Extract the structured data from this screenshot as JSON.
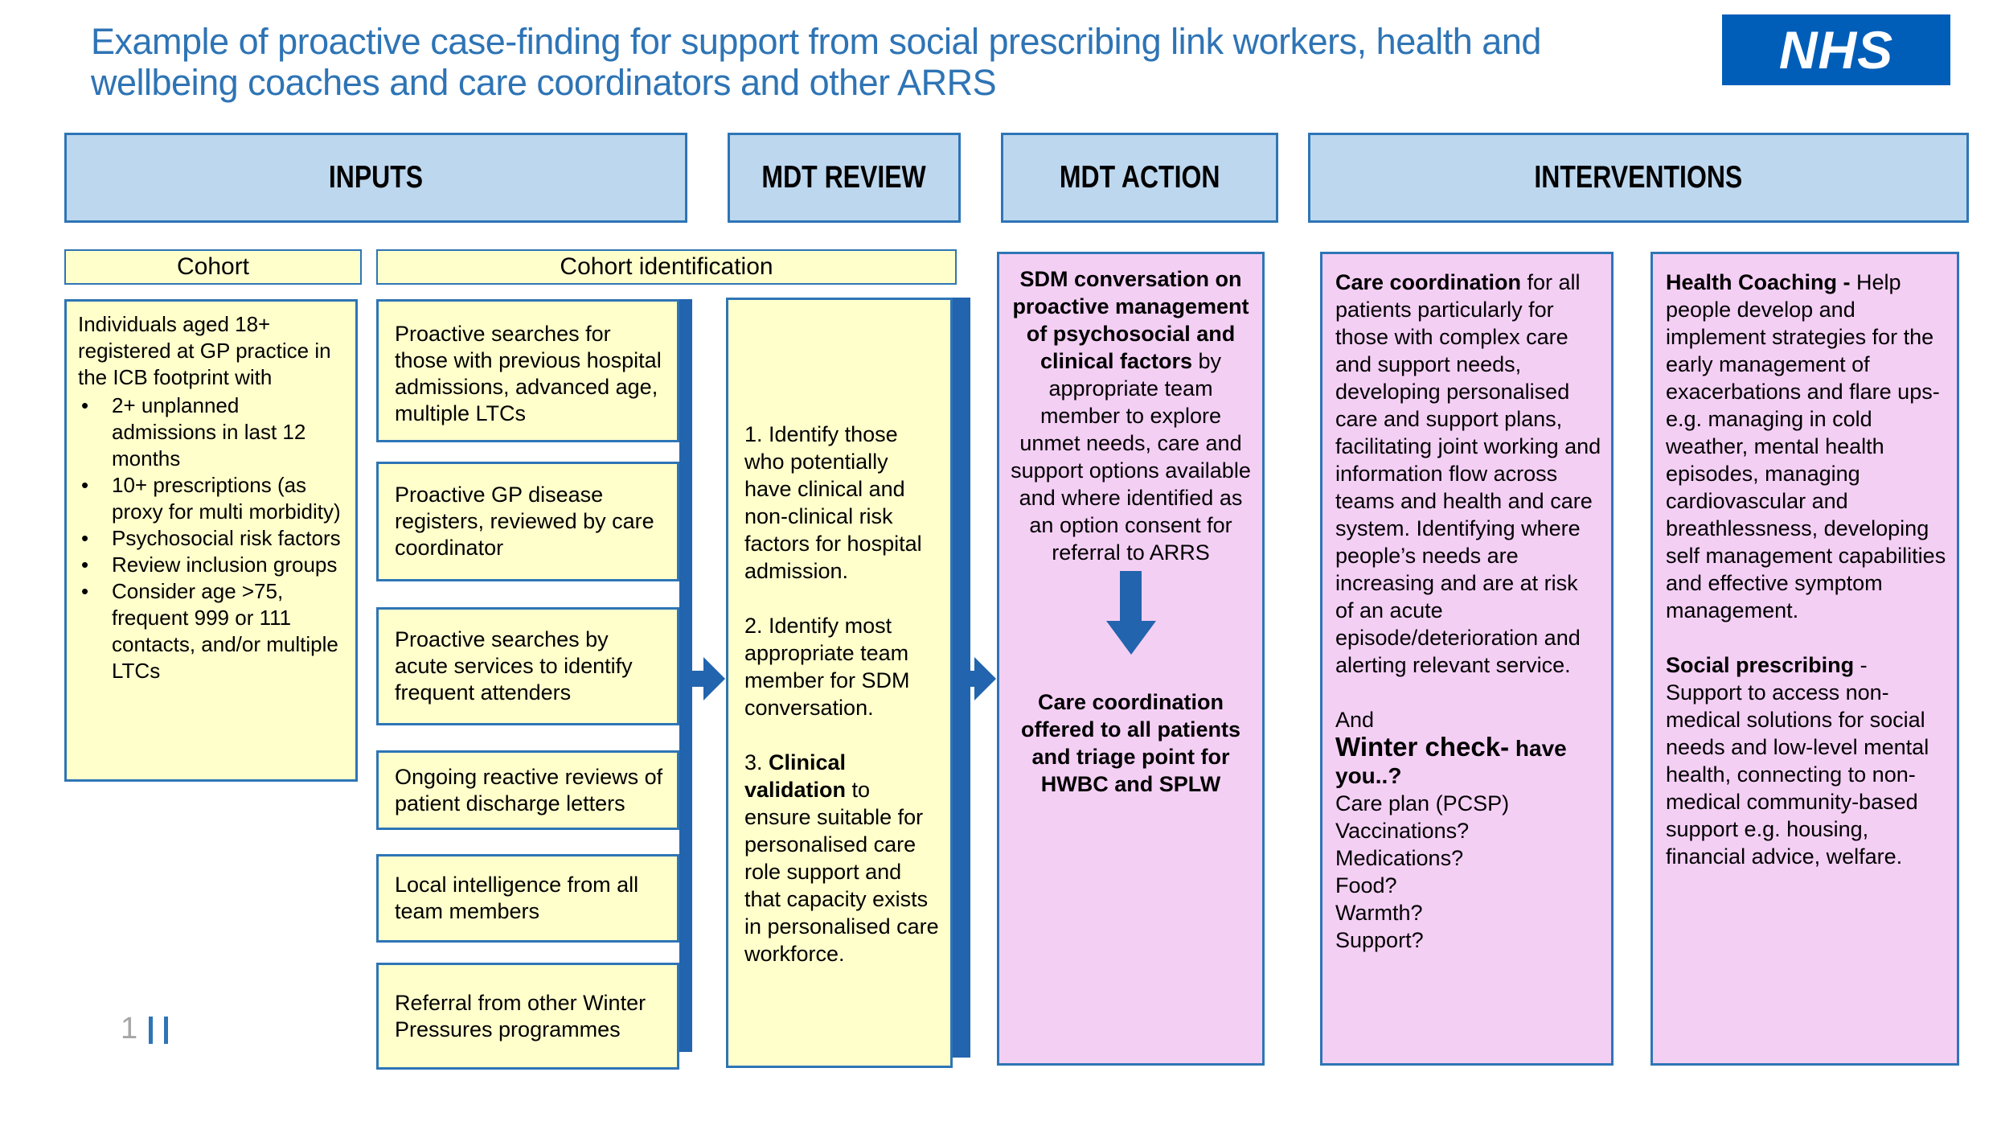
{
  "title": {
    "text": "Example of proactive case-finding for support from social prescribing link workers, health and wellbeing coaches and care coordinators and other ARRS"
  },
  "logo": {
    "text": "NHS"
  },
  "headers": {
    "inputs": "INPUTS",
    "mdt_review": "MDT REVIEW",
    "mdt_action": "MDT ACTION",
    "interventions": "INTERVENTIONS"
  },
  "inputs": {
    "cohort": {
      "header": "Cohort",
      "intro": "Individuals aged 18+ registered at GP practice in the ICB footprint with",
      "bullets": [
        "2+ unplanned admissions in last 12 months",
        "10+ prescriptions (as proxy for multi morbidity)",
        "Psychosocial risk factors",
        "Review inclusion groups",
        "Consider age >75, frequent 999 or 111 contacts, and/or multiple LTCs"
      ]
    },
    "cohort_identification": {
      "header": "Cohort identification",
      "boxes": [
        "Proactive searches for those with previous hospital admissions, advanced age, multiple LTCs",
        "Proactive GP disease registers, reviewed by care coordinator",
        "Proactive searches by acute services to identify frequent attenders",
        "Ongoing reactive reviews of patient discharge letters",
        "Local intelligence from all team members",
        "Referral from other Winter Pressures programmes"
      ]
    }
  },
  "mdt_review": {
    "item1": "1. Identify those who potentially have clinical and non-clinical risk factors for hospital admission.",
    "item2": "2. Identify most appropriate team member for SDM conversation.",
    "item3_prefix": "3. ",
    "item3_bold": "Clinical validation",
    "item3_rest": " to ensure suitable for personalised care role support and that capacity exists in personalised care workforce."
  },
  "mdt_action": {
    "top_bold": "SDM conversation on proactive management of psychosocial and clinical factors",
    "top_rest": " by appropriate team member to explore unmet needs, care and support options available and where identified as an option consent for referral to ARRS",
    "bottom": "Care coordination offered to all patients and triage point for HWBC and SPLW"
  },
  "interventions": {
    "care_coordination": {
      "lead_bold": "Care coordination",
      "body": " for all patients particularly for those with complex care and support needs, developing personalised care and support plans, facilitating joint working and information flow across teams and health and care system. Identifying where people’s needs are increasing and are at risk of an acute episode/deterioration and alerting relevant service.",
      "and_label": "And",
      "winter_heading_large": "Winter check-",
      "winter_heading_small": " have you..?",
      "checklist": [
        "Care plan (PCSP)",
        "Vaccinations?",
        "Medications?",
        "Food?",
        "Warmth?",
        "Support?"
      ]
    },
    "coaching": {
      "health_bold": "Health Coaching - ",
      "health_body": "Help people develop and implement strategies for the early management of exacerbations and flare ups- e.g. managing in cold weather, mental health episodes, managing cardiovascular and breathlessness, developing self management capabilities and effective symptom management.",
      "social_bold": "Social prescribing",
      "social_body": " - Support to access non-medical solutions for social needs and low-level mental health, connecting to non-medical community-based support e.g. housing, financial advice, welfare."
    }
  },
  "footer": {
    "page_number": "1"
  },
  "colors": {
    "nhs_blue": "#005EB8",
    "title_blue": "#2E74B5",
    "border_blue": "#2E75B6",
    "header_fill": "#BDD7EE",
    "yellow_fill": "#FFFFCC",
    "pink_fill": "#F4CFF4",
    "arrow_blue": "#2264AE",
    "page_number_gray": "#A6A6A6"
  }
}
